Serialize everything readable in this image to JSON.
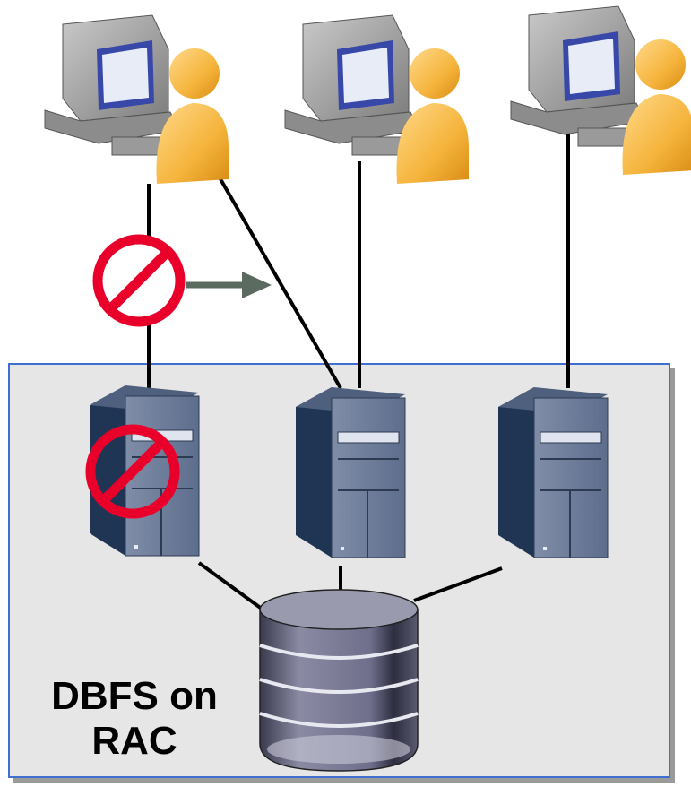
{
  "cluster": {
    "label_line1": "DBFS on",
    "label_line2": "RAC",
    "border_color": "#3f6fd1",
    "fill_color": "#e6e6e6"
  },
  "clients": [
    {
      "icon": "user-workstation-icon"
    },
    {
      "icon": "user-workstation-icon"
    },
    {
      "icon": "user-workstation-icon"
    }
  ],
  "servers": [
    {
      "icon": "server-tower-icon",
      "status": "failed"
    },
    {
      "icon": "server-tower-icon",
      "status": "active"
    },
    {
      "icon": "server-tower-icon",
      "status": "active"
    }
  ],
  "storage": {
    "icon": "database-disk-icon"
  },
  "indicators": {
    "blocked_icon": "no-entry-icon",
    "failover_arrow_color": "#5b6b5f",
    "blocked_color": "#e8002a"
  }
}
